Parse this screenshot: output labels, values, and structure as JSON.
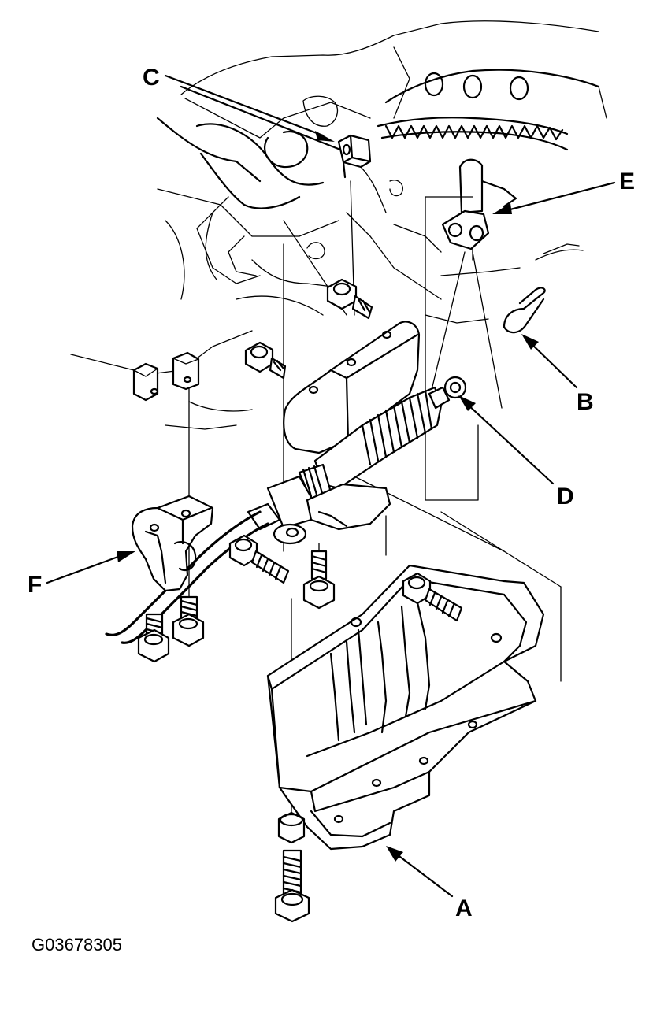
{
  "labels": {
    "a": "A",
    "b": "B",
    "c": "C",
    "d": "D",
    "e": "E",
    "f": "F"
  },
  "figure_id": "G03678305"
}
